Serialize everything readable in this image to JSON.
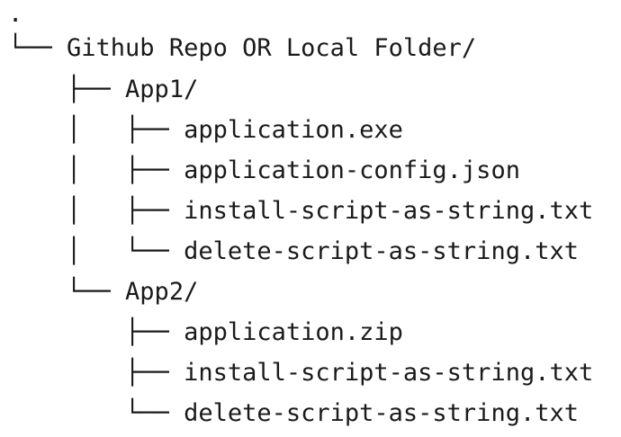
{
  "tree": {
    "lines": [
      {
        "prefix": ".",
        "label": ""
      },
      {
        "prefix": "└── ",
        "label": "Github Repo OR Local Folder/"
      },
      {
        "prefix": "    ├── ",
        "label": "App1/"
      },
      {
        "prefix": "    │   ├── ",
        "label": "application.exe"
      },
      {
        "prefix": "    │   ├── ",
        "label": "application-config.json"
      },
      {
        "prefix": "    │   ├── ",
        "label": "install-script-as-string.txt"
      },
      {
        "prefix": "    │   └── ",
        "label": "delete-script-as-string.txt"
      },
      {
        "prefix": "    └── ",
        "label": "App2/"
      },
      {
        "prefix": "        ├── ",
        "label": "application.zip"
      },
      {
        "prefix": "        ├── ",
        "label": "install-script-as-string.txt"
      },
      {
        "prefix": "        └── ",
        "label": "delete-script-as-string.txt"
      }
    ]
  }
}
